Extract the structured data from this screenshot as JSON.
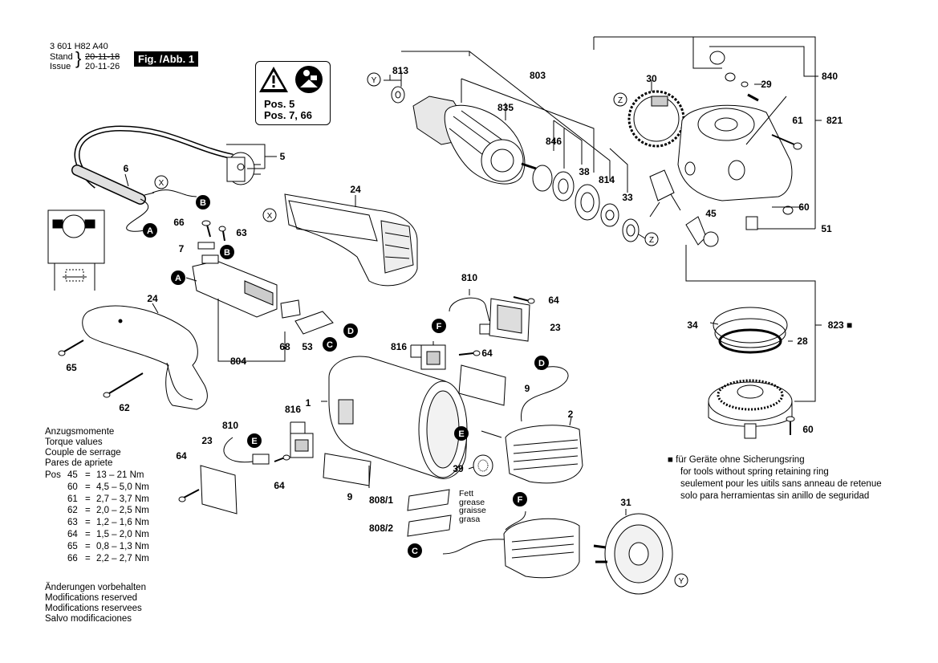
{
  "header": {
    "part_number": "3 601 H82 A40",
    "stand_label": "Stand",
    "issue_label": "Issue",
    "stand_date": "20-11-18",
    "issue_date": "20-11-26",
    "fig_label": "Fig. /Abb. 1"
  },
  "warning_box": {
    "line1": "Pos. 5",
    "line2": "Pos. 7, 66"
  },
  "torque": {
    "titles": [
      "Anzugsmomente",
      "Torque values",
      "Couple de serrage",
      "Pares de apriete"
    ],
    "pos_label": "Pos",
    "rows": [
      {
        "pos": "45",
        "value": "13 – 21 Nm"
      },
      {
        "pos": "60",
        "value": "4,5 – 5,0 Nm"
      },
      {
        "pos": "61",
        "value": "2,7 – 3,7 Nm"
      },
      {
        "pos": "62",
        "value": "2,0 – 2,5 Nm"
      },
      {
        "pos": "63",
        "value": "1,2 – 1,6 Nm"
      },
      {
        "pos": "64",
        "value": "1,5 – 2,0 Nm"
      },
      {
        "pos": "65",
        "value": "0,8 – 1,3 Nm"
      },
      {
        "pos": "66",
        "value": "2,2 – 2,7 Nm"
      }
    ]
  },
  "modifications": [
    "Änderungen vorbehalten",
    "Modifications reserved",
    "Modifications reservees",
    "Salvo modificaciones"
  ],
  "footnote": [
    "■ für Geräte ohne Sicherungsring",
    "for tools without spring retaining ring",
    "seulement pour les uitils sans anneau de retenue",
    "solo para herramientas sin anillo de seguridad"
  ],
  "grease_note": [
    "Fett",
    "grease",
    "graisse",
    "grasa"
  ],
  "colors": {
    "ink": "#000000",
    "paper": "#ffffff",
    "shade": "#d8d8d8"
  },
  "part_labels": [
    "813",
    "803",
    "835",
    "30",
    "840",
    "29",
    "821",
    "61",
    "846",
    "38",
    "814",
    "33",
    "60",
    "45",
    "51",
    "5",
    "6",
    "24",
    "66",
    "63",
    "7",
    "A",
    "B",
    "C",
    "D",
    "E",
    "F",
    "X",
    "Y",
    "Z",
    "810",
    "64",
    "23",
    "816",
    "9",
    "1",
    "2",
    "39",
    "808/1",
    "808/2",
    "31",
    "34",
    "823 ■",
    "28",
    "68",
    "53",
    "804",
    "65",
    "62"
  ]
}
